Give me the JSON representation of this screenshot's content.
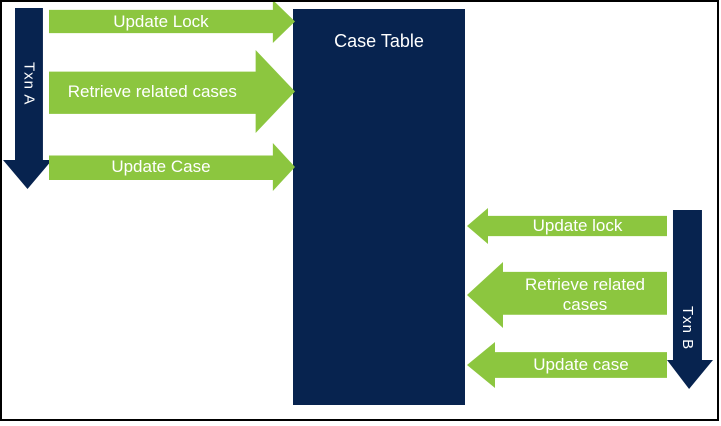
{
  "diagram": {
    "case_table": {
      "label": "Case Table"
    },
    "txn_a": {
      "label": "Txn A",
      "arrows": [
        {
          "id": "update-lock",
          "label": "Update Lock",
          "direction": "right",
          "target": "Case Table"
        },
        {
          "id": "retrieve-related-cases",
          "label": "Retrieve related cases",
          "direction": "right",
          "target": "Case Table"
        },
        {
          "id": "update-case",
          "label": "Update Case",
          "direction": "right",
          "target": "Case Table"
        }
      ]
    },
    "txn_b": {
      "label": "Txn B",
      "arrows": [
        {
          "id": "update-lock",
          "label": "Update lock",
          "direction": "left",
          "target": "Case Table"
        },
        {
          "id": "retrieve-related-cases",
          "label": "Retrieve related cases",
          "direction": "left",
          "target": "Case Table"
        },
        {
          "id": "update-case",
          "label": "Update case",
          "direction": "left",
          "target": "Case Table"
        }
      ]
    },
    "colors": {
      "arrow_green": "#8cc63f",
      "navy": "#07234f",
      "label_text": "#ffffff",
      "border": "#000000",
      "background": "#ffffff"
    }
  }
}
